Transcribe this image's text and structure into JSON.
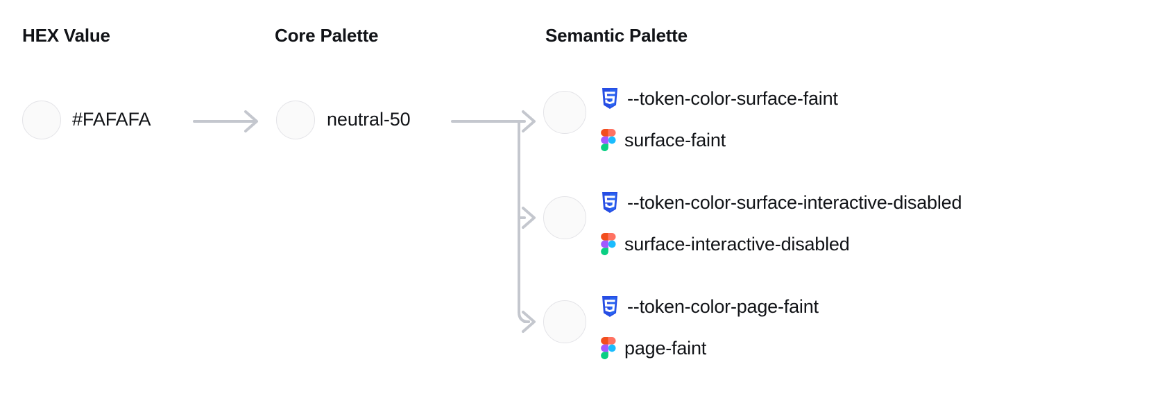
{
  "columns": {
    "hex": {
      "header": "HEX Value",
      "value": "#FAFAFA",
      "swatch_color": "#FAFAFA"
    },
    "core": {
      "header": "Core Palette",
      "value": "neutral-50",
      "swatch_color": "#FAFAFA"
    },
    "semantic": {
      "header": "Semantic Palette"
    }
  },
  "semantic_tokens": [
    {
      "css_var": "--token-color-surface-faint",
      "figma_name": "surface-faint",
      "swatch_color": "#FAFAFA",
      "css_icon": "css3-icon",
      "figma_icon": "figma-icon"
    },
    {
      "css_var": "--token-color-surface-interactive-disabled",
      "figma_name": "surface-interactive-disabled",
      "swatch_color": "#FAFAFA",
      "css_icon": "css3-icon",
      "figma_icon": "figma-icon"
    },
    {
      "css_var": "--token-color-page-faint",
      "figma_name": "page-faint",
      "swatch_color": "#FAFAFA",
      "css_icon": "css3-icon",
      "figma_icon": "figma-icon"
    }
  ],
  "colors": {
    "connector": "#C4C7CE",
    "swatch_border": "#E3E3E7",
    "text": "#111317",
    "background": "#FFFFFF",
    "css_logo_blue": "#2965F1",
    "css_logo_blue_dark": "#264DE4",
    "figma_orange": "#F24E1E",
    "figma_red": "#FF7262",
    "figma_purple": "#A259FF",
    "figma_blue": "#1ABCFE",
    "figma_green": "#0ACF83"
  }
}
